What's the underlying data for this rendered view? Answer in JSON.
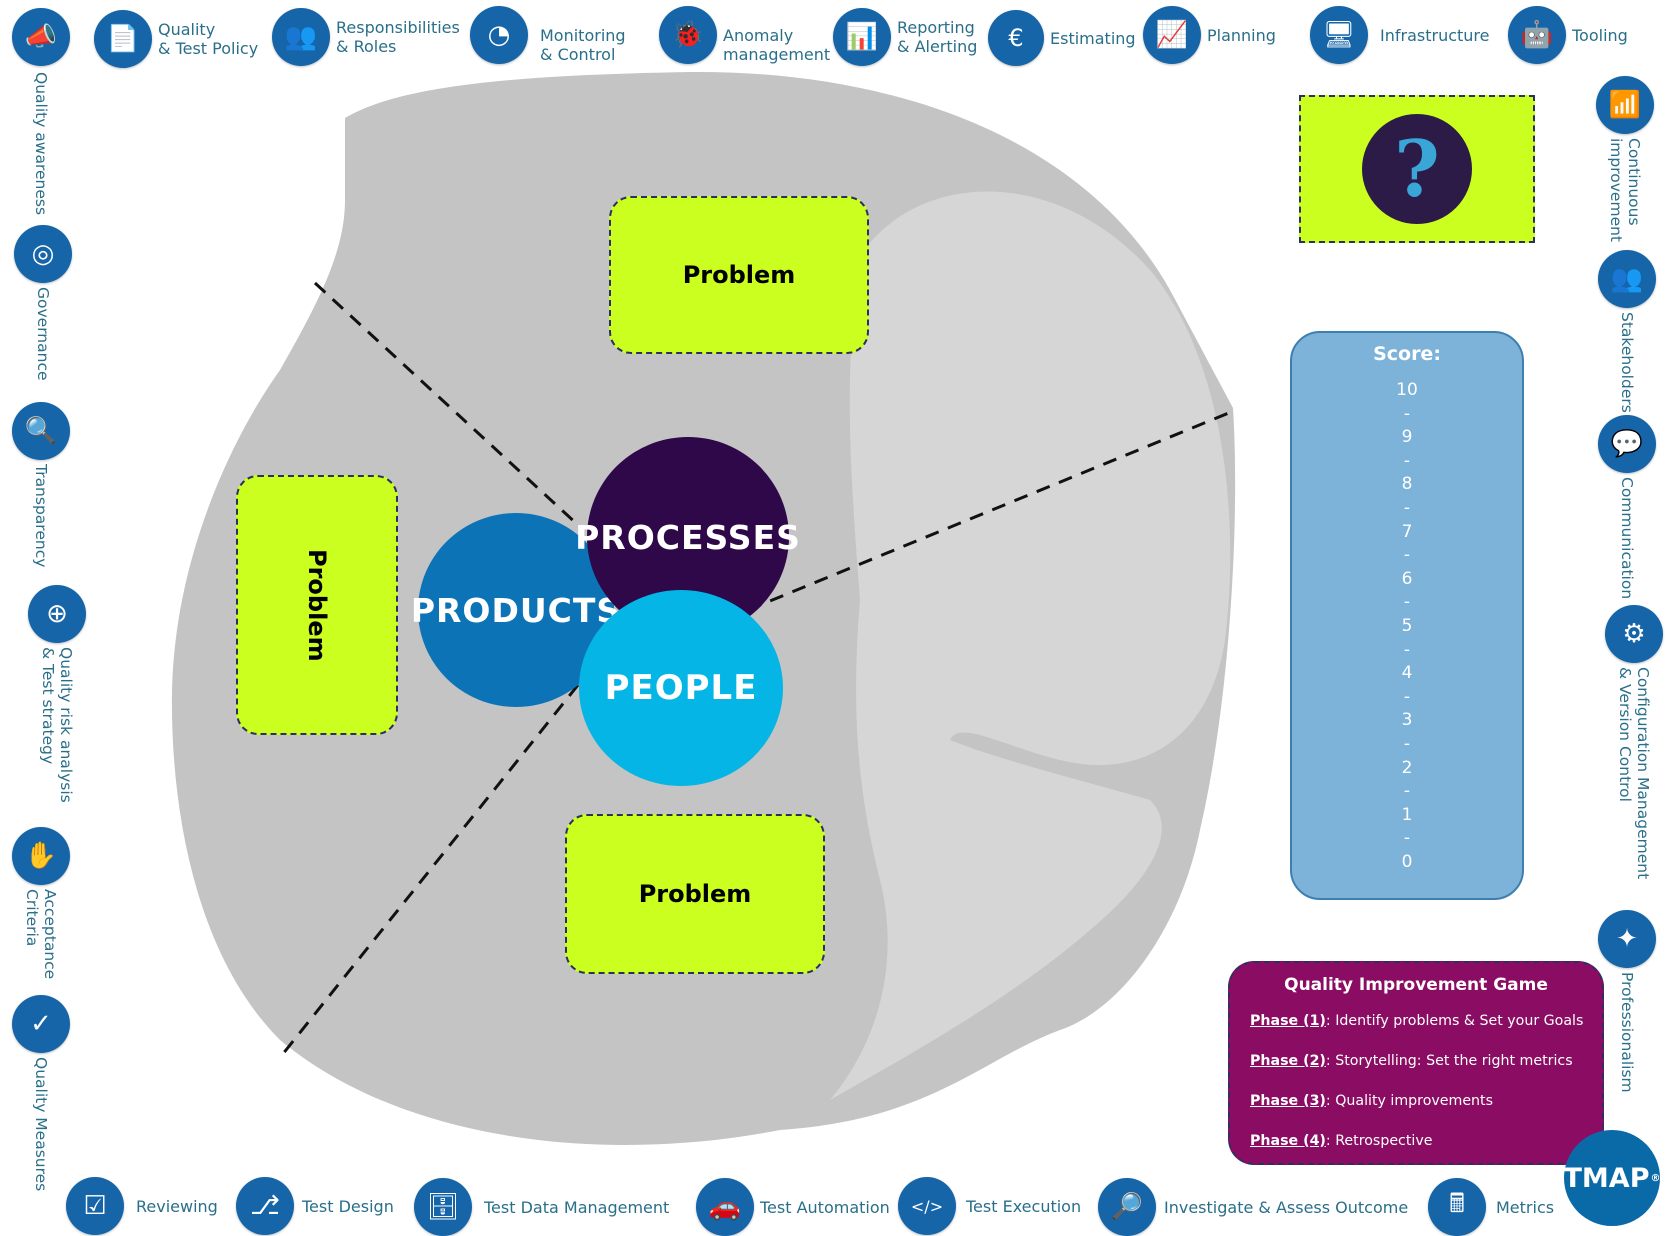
{
  "top_items": [
    {
      "label": "",
      "icon": "megaphone-icon",
      "glyph": "📣"
    },
    {
      "label": "Quality\n& Test Policy",
      "icon": "document-icon",
      "glyph": "📄"
    },
    {
      "label": "Responsibilities\n& Roles",
      "icon": "people-icon",
      "glyph": "👥"
    },
    {
      "label": "Monitoring\n& Control",
      "icon": "speedometer-icon",
      "glyph": "◔"
    },
    {
      "label": "Anomaly\nmanagement",
      "icon": "bug-icon",
      "glyph": "🐞"
    },
    {
      "label": "Reporting\n& Alerting",
      "icon": "presentation-icon",
      "glyph": "📊"
    },
    {
      "label": "Estimating",
      "icon": "euro-icon",
      "glyph": "€"
    },
    {
      "label": "Planning",
      "icon": "line-chart-icon",
      "glyph": "📈"
    },
    {
      "label": "Infrastructure",
      "icon": "cloud-monitor-icon",
      "glyph": "🖥"
    },
    {
      "label": "Tooling",
      "icon": "robot-icon",
      "glyph": "🤖"
    }
  ],
  "left_items": [
    {
      "label": "Quality awareness",
      "icon": "megaphone-icon",
      "glyph": "📣"
    },
    {
      "label": "Governance",
      "icon": "target-icon",
      "glyph": "◎"
    },
    {
      "label": "Transparency",
      "icon": "magnifier-icon",
      "glyph": "🔍"
    },
    {
      "label": "Quality risk analysis\n& Test strategy",
      "icon": "crosshair-icon",
      "glyph": "⊕"
    },
    {
      "label": "Acceptance\nCriteria",
      "icon": "handshake-icon",
      "glyph": "✋"
    },
    {
      "label": "Quality Measures",
      "icon": "check-badge-icon",
      "glyph": "✓"
    }
  ],
  "right_items": [
    {
      "label": "Continuous\nimprovement",
      "icon": "stairs-chart-icon",
      "glyph": "📶"
    },
    {
      "label": "Stakeholders",
      "icon": "group-icon",
      "glyph": "👥"
    },
    {
      "label": "Communication",
      "icon": "speech-bubbles-icon",
      "glyph": "💬"
    },
    {
      "label": "Configuration Management\n& Version Control",
      "icon": "gears-icon",
      "glyph": "⚙"
    },
    {
      "label": "Professionalism",
      "icon": "medal-icon",
      "glyph": "✦"
    }
  ],
  "bottom_items": [
    {
      "label": "Reviewing",
      "icon": "checklist-icon",
      "glyph": "☑"
    },
    {
      "label": "Test Design",
      "icon": "flowchart-icon",
      "glyph": "⎇"
    },
    {
      "label": "Test Data Management",
      "icon": "database-icon",
      "glyph": "🗄"
    },
    {
      "label": "Test Automation",
      "icon": "car-icon",
      "glyph": "🚗"
    },
    {
      "label": "Test Execution",
      "icon": "code-person-icon",
      "glyph": "</>"
    },
    {
      "label": "Investigate & Assess Outcome",
      "icon": "pulse-magnifier-icon",
      "glyph": "🔎"
    },
    {
      "label": "Metrics",
      "icon": "calculator-icon",
      "glyph": "🖩"
    }
  ],
  "problems": [
    "Problem",
    "Problem",
    "Problem"
  ],
  "circles": {
    "processes": "PROCESSES",
    "products": "PRODUCTS",
    "people": "PEOPLE"
  },
  "score": {
    "title": "Score:",
    "values": [
      "10",
      "-",
      "9",
      "-",
      "8",
      "-",
      "7",
      "-",
      "6",
      "-",
      "5",
      "-",
      "4",
      "-",
      "3",
      "-",
      "2",
      "-",
      "1",
      "-",
      "0"
    ]
  },
  "game": {
    "title": "Quality Improvement Game",
    "phases": [
      {
        "label": "Phase (1)",
        "text": ": Identify problems & Set your Goals"
      },
      {
        "label": "Phase (2)",
        "text": ": Storytelling: Set the right metrics"
      },
      {
        "label": "Phase (3)",
        "text": ": Quality improvements"
      },
      {
        "label": "Phase (4)",
        "text": ": Retrospective"
      }
    ]
  },
  "question_mark": "?",
  "logo": {
    "text": "TMAP",
    "mark": "®"
  },
  "colors": {
    "icon_blue": "#1565a8",
    "problem_green": "#caff1f",
    "processes": "#2e0848",
    "products": "#0c74b6",
    "people": "#05b5e6",
    "score_bg": "#7db3d8",
    "game_bg": "#8a0d63",
    "label": "#2a6f8a"
  }
}
